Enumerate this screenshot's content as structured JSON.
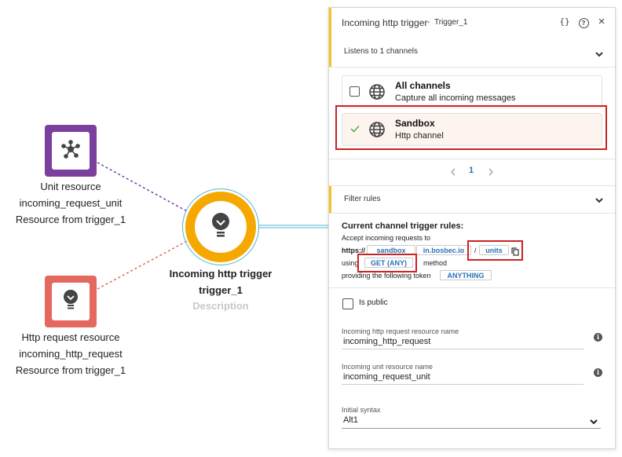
{
  "canvas": {
    "unit_resource": {
      "type_label": "Unit resource",
      "name": "incoming_request_unit",
      "source": "Resource from trigger_1",
      "color": "#7b3f9e"
    },
    "http_resource": {
      "type_label": "Http request resource",
      "name": "incoming_http_request",
      "source": "Resource from trigger_1",
      "color": "#e5685e"
    },
    "trigger": {
      "title": "Incoming http trigger",
      "name": "trigger_1",
      "description_placeholder": "Description",
      "color": "#f5a800"
    }
  },
  "panel": {
    "header": {
      "title": "Incoming http trigger",
      "separator": "-",
      "subtitle": "Trigger_1",
      "code_icon": "{}",
      "help_icon": "?",
      "close_icon": "×"
    },
    "channels_section": {
      "label": "Listens to 1 channels",
      "channels": [
        {
          "title": "All channels",
          "subtitle": "Capture all incoming messages",
          "selected": false
        },
        {
          "title": "Sandbox",
          "subtitle": "Http channel",
          "selected": true
        }
      ],
      "pagination": {
        "current_page": "1"
      }
    },
    "filter_section": {
      "label": "Filter rules",
      "rules": {
        "heading": "Current channel trigger rules:",
        "line1": "Accept incoming requests to",
        "https_prefix": "https://",
        "subdomain": "sandbox",
        "domain": "in.bosbec.io",
        "slash": "/",
        "path": "units",
        "using_text": "using",
        "method": "GET (ANY)",
        "method_suffix": "method",
        "token_text": "providing the following token",
        "token": "ANYTHING"
      }
    },
    "form": {
      "is_public_label": "Is public",
      "http_resource_label": "Incoming http request resource name",
      "http_resource_value": "incoming_http_request",
      "unit_resource_label": "Incoming unit resource name",
      "unit_resource_value": "incoming_request_unit",
      "syntax_label": "Initial syntax",
      "syntax_value": "Alt1"
    }
  }
}
